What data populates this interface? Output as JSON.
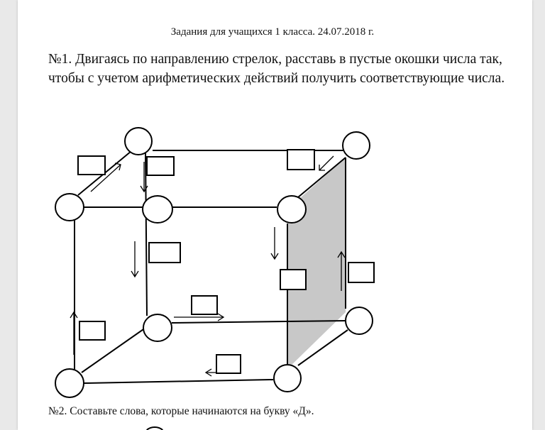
{
  "header": {
    "title": "Задания для учащихся 1 класса. 24.07.2018 г."
  },
  "task1": {
    "text": "№1. Двигаясь по направлению стрелок, расставь в пустые окошки числа так, чтобы с учетом арифметических действий получить соответствующие числа."
  },
  "task2": {
    "text": "№2. Составьте слова, которые  начинаются на букву «Д»."
  },
  "colors": {
    "face_shade": "#c8c8c8",
    "ink": "#000000"
  }
}
